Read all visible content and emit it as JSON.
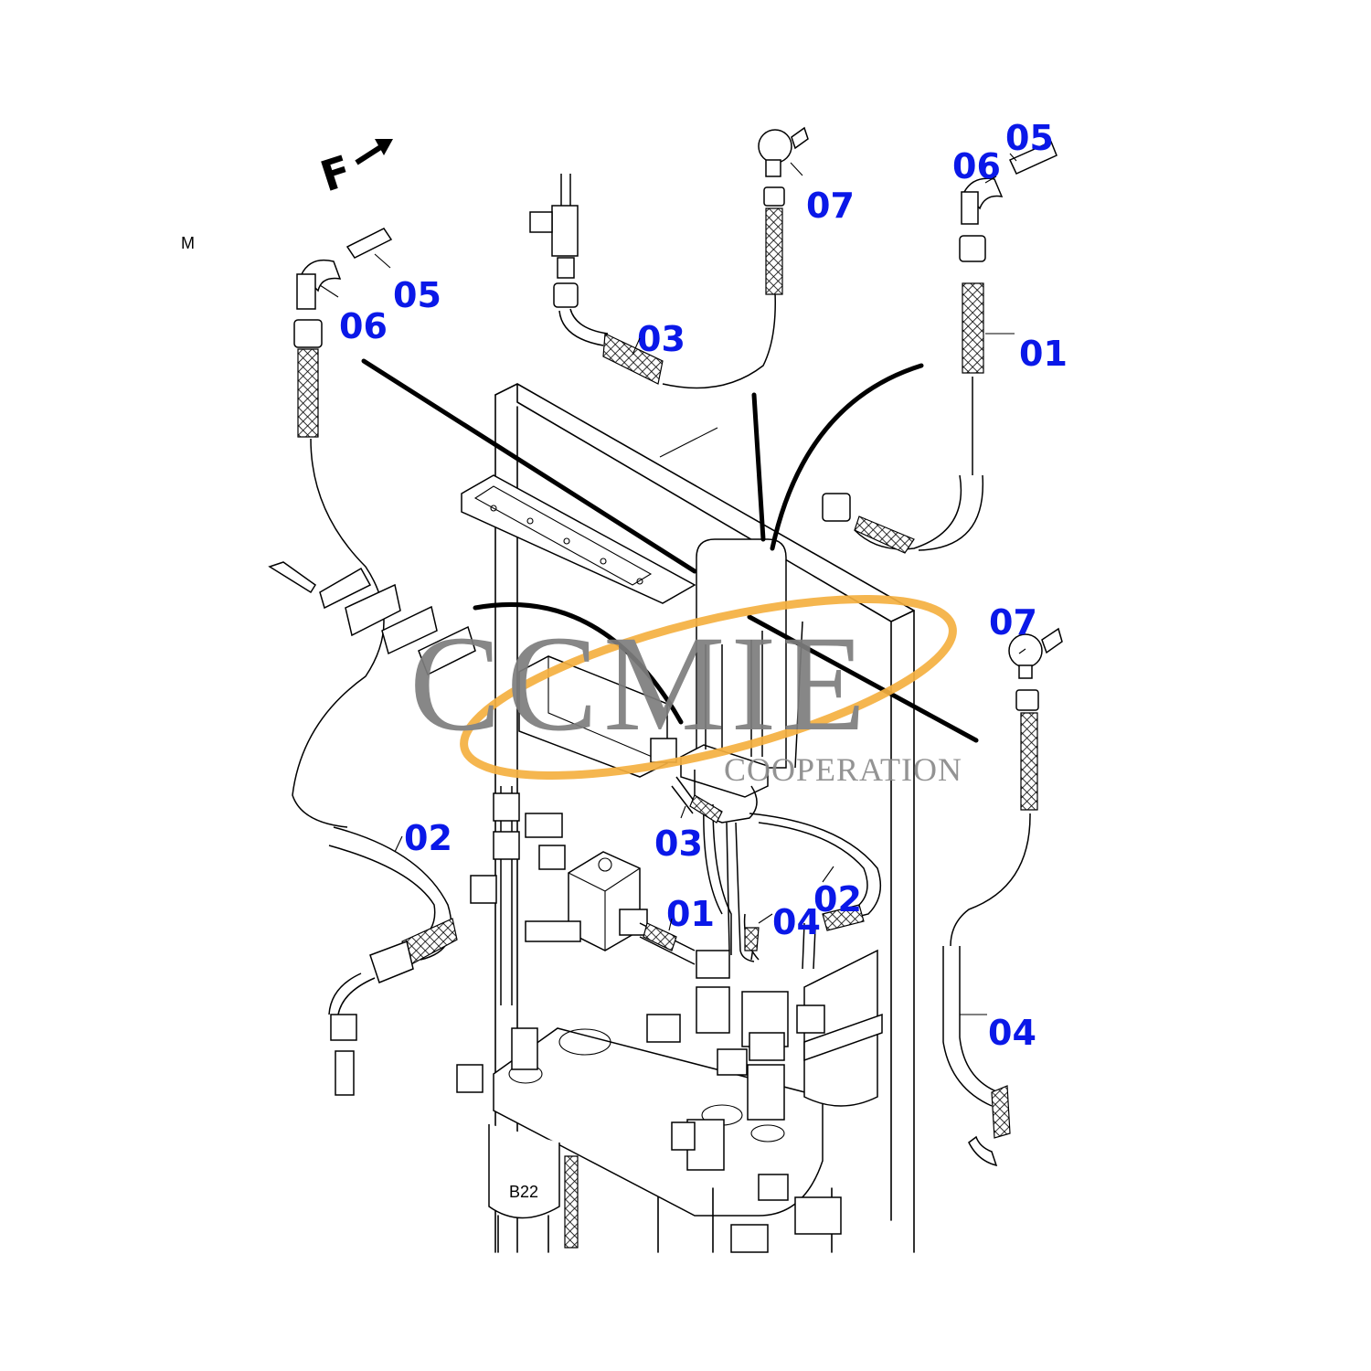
{
  "sheet": {
    "view_letter": "M",
    "forward_marker": "F",
    "module_label": "B22"
  },
  "watermark": {
    "brand": "CCMIE",
    "sub": "COOPERATION",
    "ellipse_color": "#f5b041",
    "text_color": "#7d7d7d"
  },
  "callouts": [
    {
      "id": "c-05-left",
      "text": "05"
    },
    {
      "id": "c-06-left",
      "text": "06"
    },
    {
      "id": "c-03-top",
      "text": "03"
    },
    {
      "id": "c-07-top",
      "text": "07"
    },
    {
      "id": "c-06-right",
      "text": "06"
    },
    {
      "id": "c-05-right",
      "text": "05"
    },
    {
      "id": "c-01-right",
      "text": "01"
    },
    {
      "id": "c-07-right",
      "text": "07"
    },
    {
      "id": "c-02-left",
      "text": "02"
    },
    {
      "id": "c-03-mid",
      "text": "03"
    },
    {
      "id": "c-01-mid",
      "text": "01"
    },
    {
      "id": "c-04-mid",
      "text": "04"
    },
    {
      "id": "c-02-mid",
      "text": "02"
    },
    {
      "id": "c-04-right",
      "text": "04"
    }
  ],
  "callout_color": "#0a18e8"
}
